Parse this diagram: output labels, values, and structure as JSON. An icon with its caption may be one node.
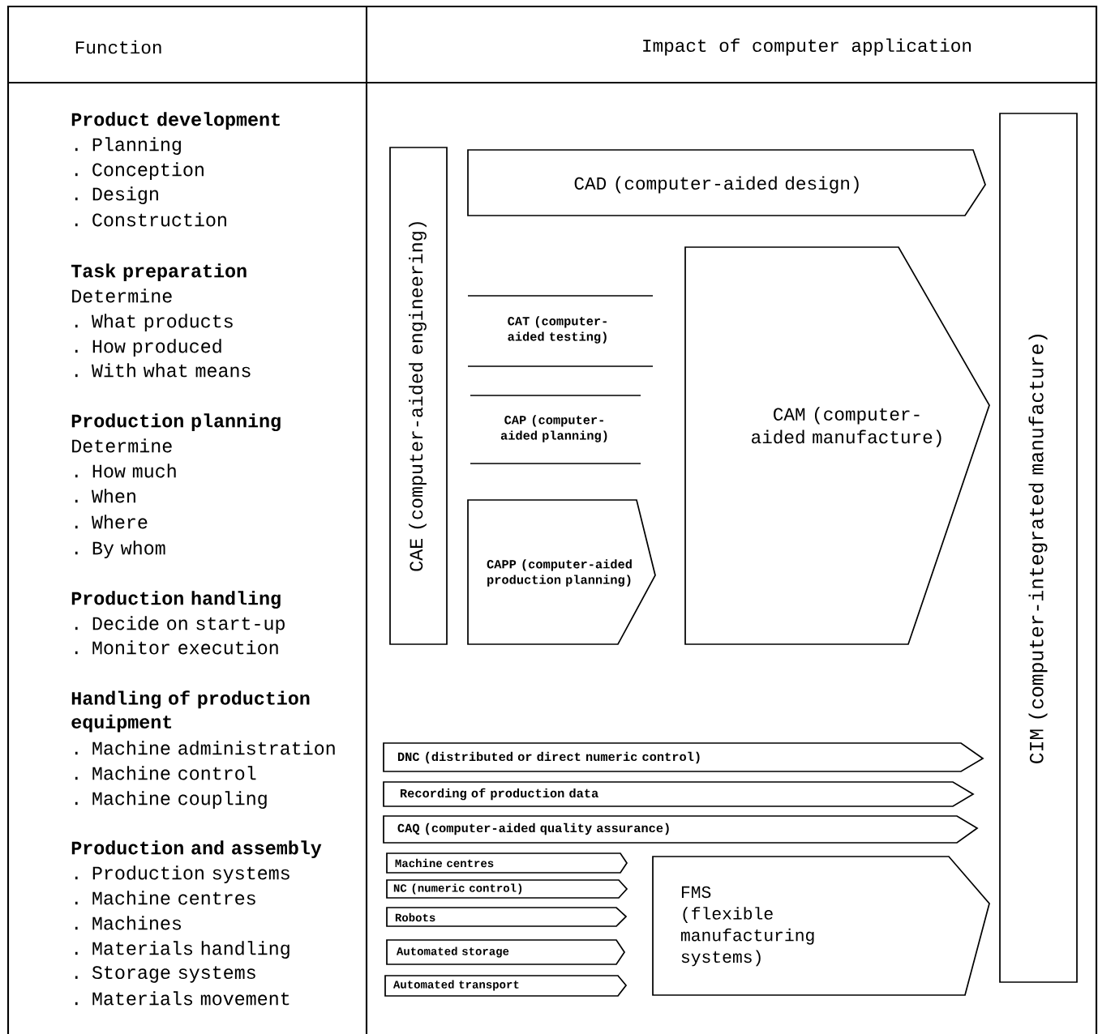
{
  "diagram": {
    "nodes": [
      {
        "text": [
          "CIM (computer-integrated manufacture)"
        ]
      },
      {
        "text": [
          "CAE (computer-aided engineering)"
        ]
      },
      {
        "text": [
          "CAD (computer-aided design)"
        ]
      },
      {
        "text": [
          "CAT (computer-aided testing)"
        ]
      },
      {
        "text": [
          "CAP (computer-aided planning)"
        ]
      },
      {
        "text": [
          "CAPP (computer-aided production planning)"
        ]
      },
      {
        "text": [
          "CAM (computer-aided manufacture)"
        ]
      },
      {
        "text": [
          "DNC (distributed or direct numeric control)"
        ]
      },
      {
        "text": [
          "Recording of production data"
        ]
      },
      {
        "text": [
          "CAQ (computer-aided quality assurance)"
        ]
      },
      {
        "text": [
          "Machine centres"
        ]
      },
      {
        "text": [
          "NC (numeric control)"
        ]
      },
      {
        "text": [
          "Robots"
        ]
      },
      {
        "text": [
          "Automated storage"
        ]
      },
      {
        "text": [
          "Automated transport"
        ]
      },
      {
        "text": [
          "FMS",
          "(flexible manufacturing systems)"
        ]
      }
    ],
    "labels": [
      "Function",
      "Impact of computer application",
      "Product development",
      ". Planning",
      ". Conception",
      ". Design",
      ". Construction",
      "Task preparation",
      "Determine",
      ". What products",
      ". How produced",
      ". With what means",
      "Production planning",
      "Determine",
      ". How much",
      ". When",
      ". Where",
      ". By whom",
      "Production handling",
      ". Decide on start-up",
      ". Monitor execution",
      "Handling of production equipment",
      ". Machine administration",
      ". Machine control",
      ". Machine coupling",
      "Production and assembly",
      ". Production systems",
      ". Machine centres",
      ". Machines",
      ". Materials handling",
      ". Storage systems",
      ". Materials movement"
    ]
  }
}
